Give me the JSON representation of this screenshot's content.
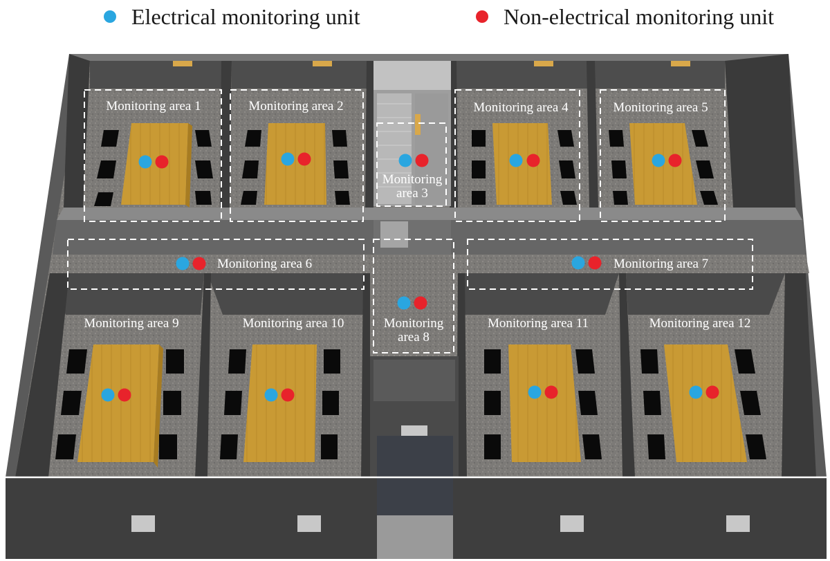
{
  "legend": {
    "electrical": {
      "label": "Electrical monitoring unit",
      "color": "#2aa6e0"
    },
    "non_electrical": {
      "label": "Non-electrical monitoring unit",
      "color": "#e8232b"
    }
  },
  "areas": [
    {
      "id": 1,
      "label": "Monitoring area 1"
    },
    {
      "id": 2,
      "label": "Monitoring area 2"
    },
    {
      "id": 3,
      "label": "Monitoring area 3"
    },
    {
      "id": 4,
      "label": "Monitoring area 4"
    },
    {
      "id": 5,
      "label": "Monitoring area 5"
    },
    {
      "id": 6,
      "label": "Monitoring area 6"
    },
    {
      "id": 7,
      "label": "Monitoring area 7"
    },
    {
      "id": 8,
      "label": "Monitoring area 8"
    },
    {
      "id": 9,
      "label": "Monitoring area 9"
    },
    {
      "id": 10,
      "label": "Monitoring area 10"
    },
    {
      "id": 11,
      "label": "Monitoring area 11"
    },
    {
      "id": 12,
      "label": "Monitoring area 12"
    }
  ],
  "colors": {
    "wall_top": "#6b6b6b",
    "wall_side": "#4d4d4d",
    "floor": "#7a7876",
    "table": "#c99a34",
    "table_side": "#a77c22",
    "chair": "#0a0a0a",
    "stairs": "#a9a9a9"
  }
}
